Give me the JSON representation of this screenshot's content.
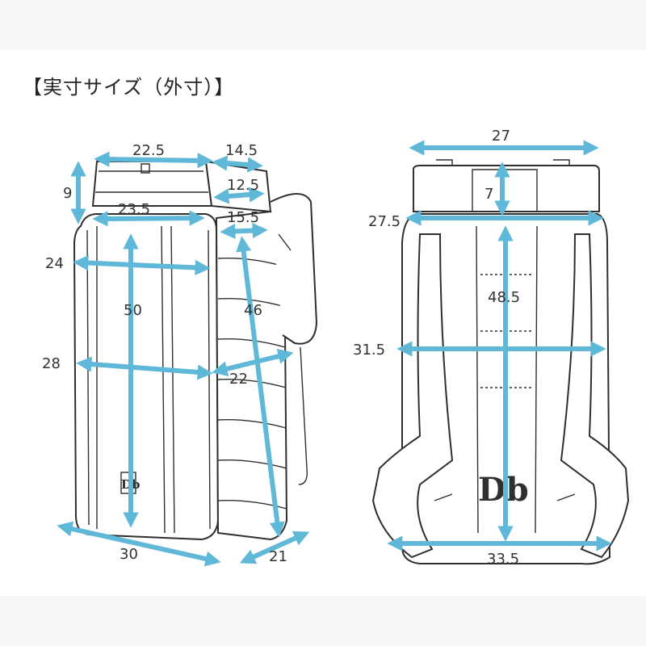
{
  "title": "【実寸サイズ（外寸）】",
  "colors": {
    "dimension_line": "#5fb8d8",
    "outline": "#2f2f2f",
    "background": "#f6f6f6"
  },
  "logo_text": "Db",
  "front_view": {
    "top_width": "22.5",
    "top_depth": "14.5",
    "top_height": "9",
    "mid_depth": "12.5",
    "inner_width": "23.5",
    "lower_depth": "15.5",
    "upper_width": "24",
    "height": "50",
    "side_height": "46",
    "lower_width": "28",
    "side_depth": "22",
    "base_width": "30",
    "base_depth": "21"
  },
  "back_view": {
    "top_width": "27",
    "handle_height": "7",
    "upper_width": "27.5",
    "height": "48.5",
    "mid_width": "31.5",
    "base_width": "33.5"
  }
}
